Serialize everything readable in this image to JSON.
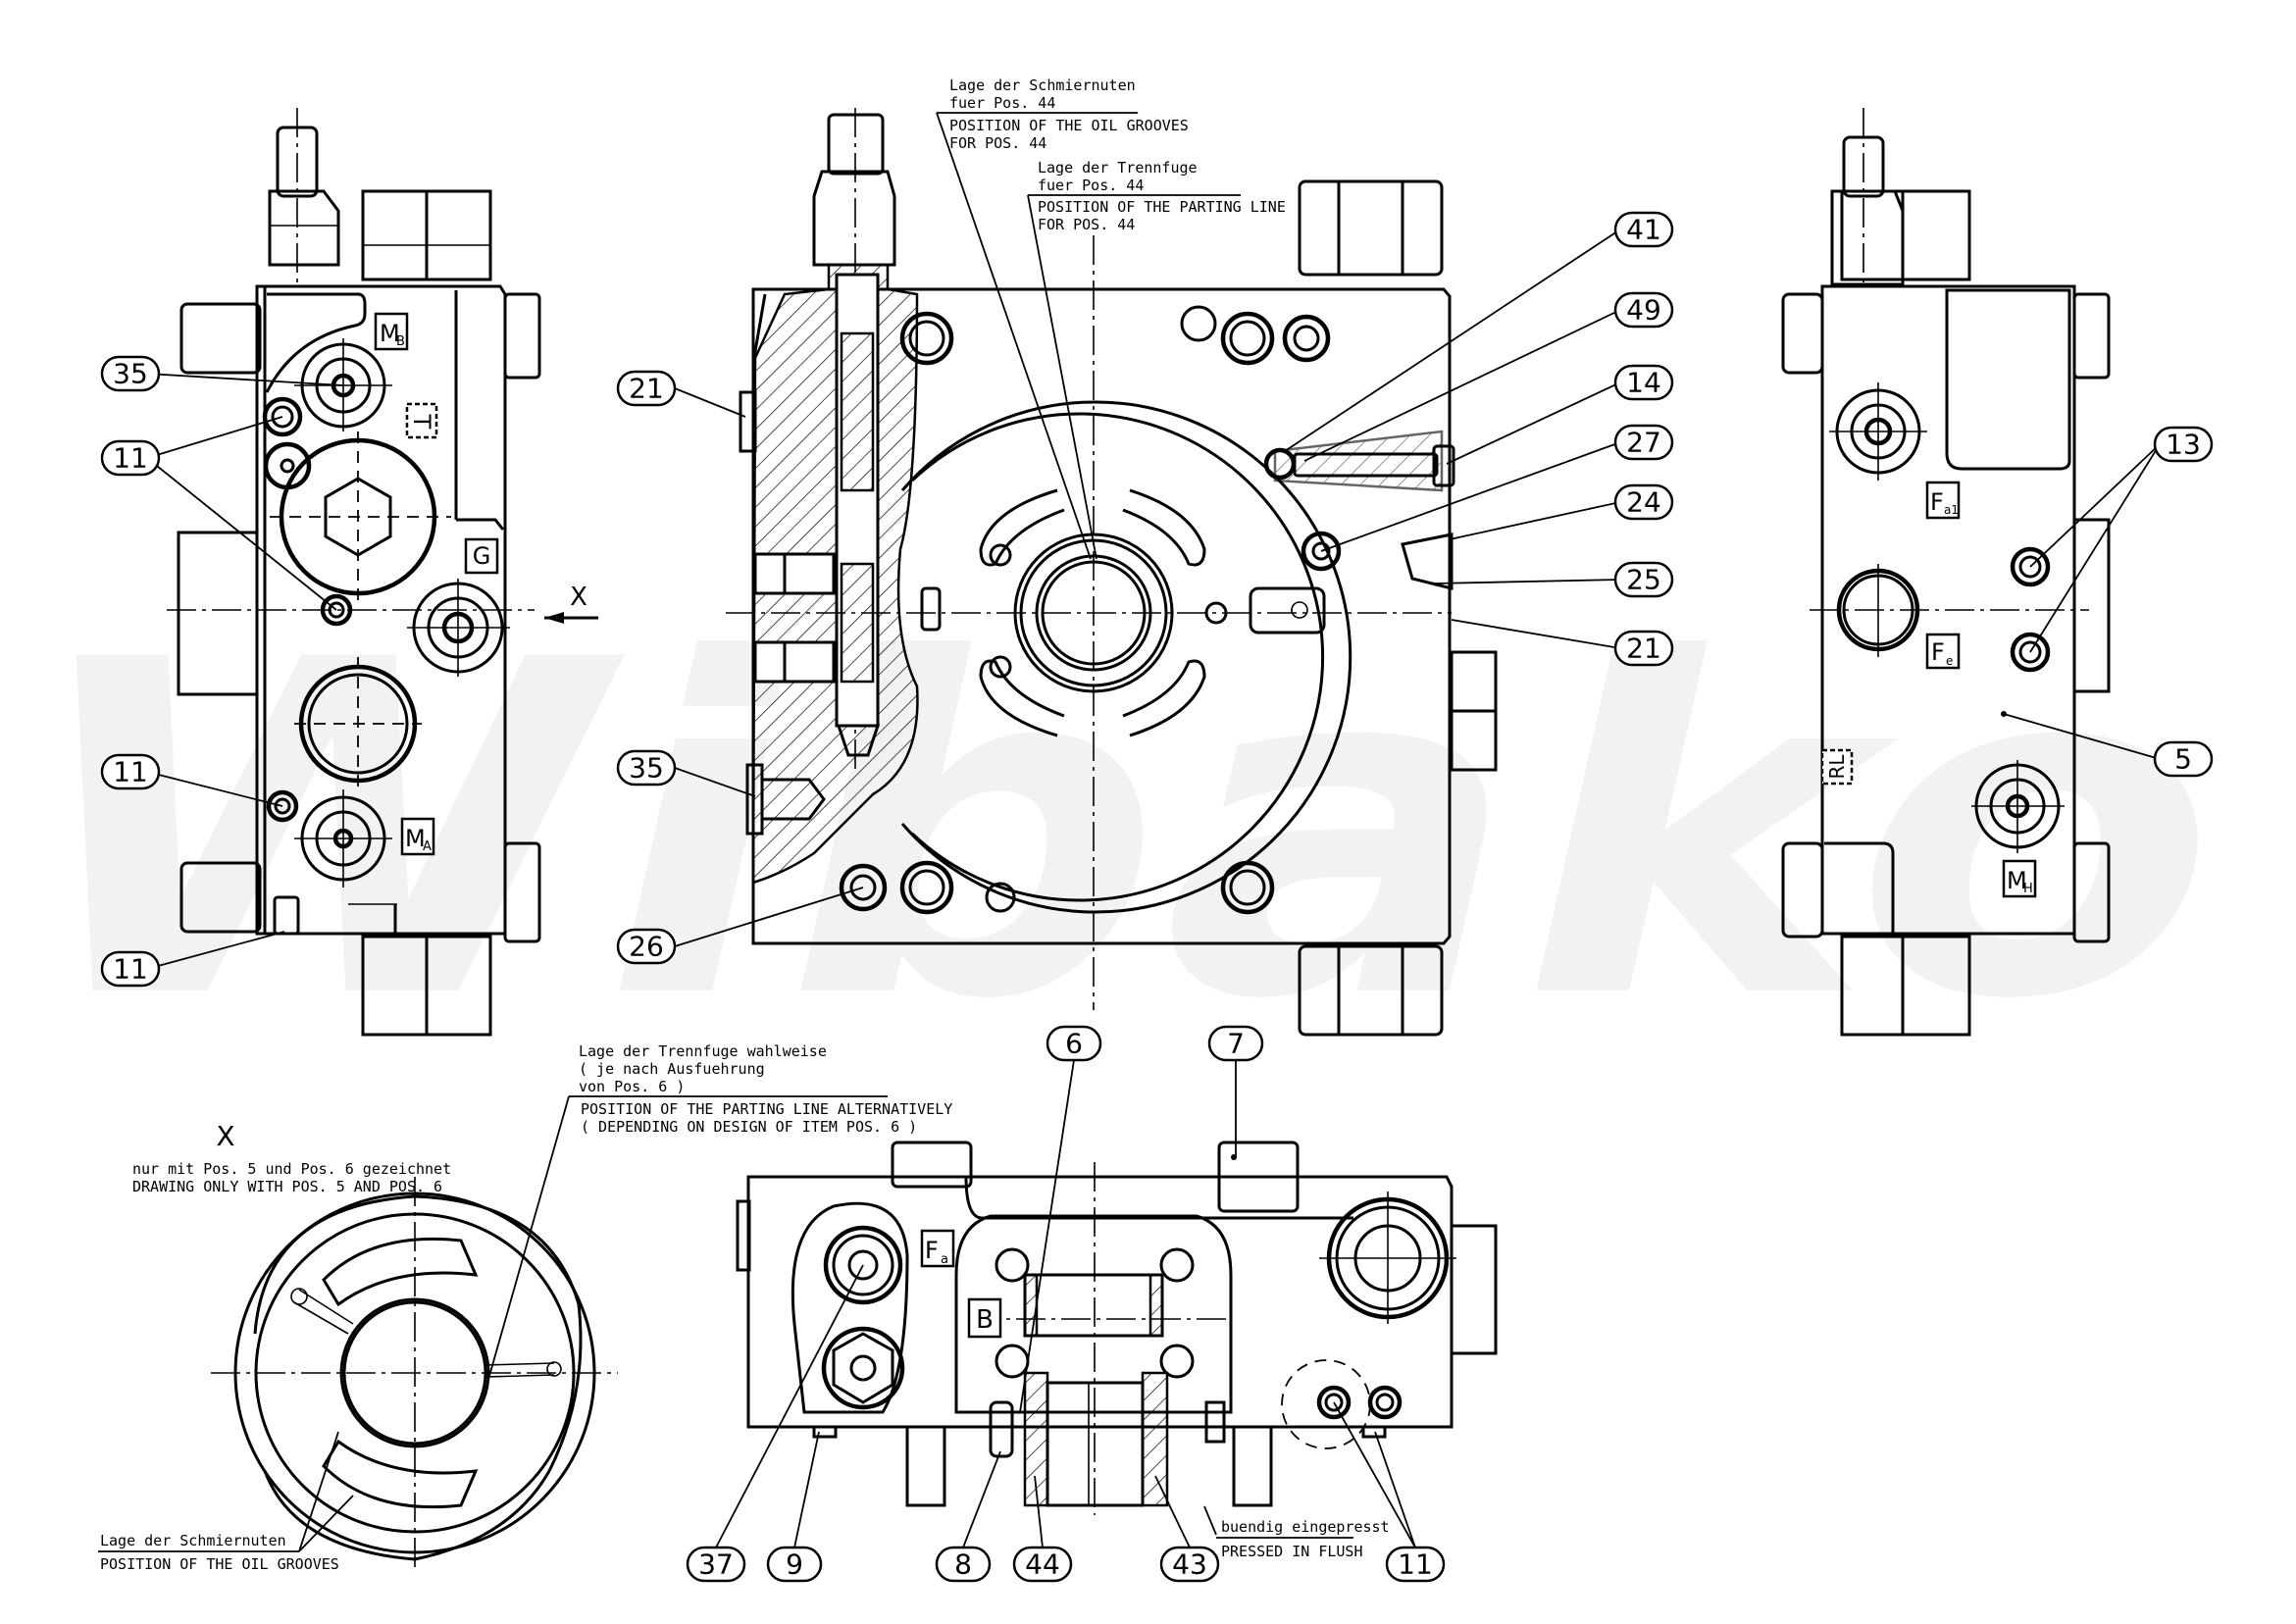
{
  "watermark": {
    "text": "Wibako",
    "color": "#f2f2f2"
  },
  "colors": {
    "line": "#000000",
    "background": "#ffffff"
  },
  "views": {
    "left_view": {
      "ports": {
        "mb": {
          "main": "M",
          "sub": "B"
        },
        "g": "G",
        "ma": {
          "main": "M",
          "sub": "A"
        },
        "t": "T"
      },
      "view_arrow_label": "X"
    },
    "center_view": {
      "note_oil_grooves": {
        "de_line1": "Lage der Schmiernuten",
        "de_line2": "fuer Pos. 44",
        "en_line1": "POSITION OF THE OIL GROOVES",
        "en_line2": "FOR POS. 44"
      },
      "note_parting_line": {
        "de_line1": "Lage der Trennfuge",
        "de_line2": "fuer Pos. 44",
        "en_line1": "POSITION OF THE PARTING LINE",
        "en_line2": "FOR POS. 44"
      }
    },
    "right_view": {
      "ports": {
        "fa1": {
          "main": "F",
          "sub": "a1"
        },
        "fe": {
          "main": "F",
          "sub": "e"
        },
        "rl": "RL",
        "mh": {
          "main": "M",
          "sub": "H"
        }
      }
    },
    "detail_x": {
      "title": "X",
      "note_de": "nur mit Pos. 5 und Pos. 6 gezeichnet",
      "note_en": "DRAWING ONLY WITH POS. 5 AND POS. 6",
      "oil_grooves": {
        "de": "Lage der Schmiernuten",
        "en": "POSITION OF THE OIL GROOVES"
      },
      "parting_line_alt": {
        "de_line1": "Lage der Trennfuge wahlweise",
        "de_line2": "( je nach Ausfuehrung",
        "de_line3": "von Pos. 6 )",
        "en_line1": "POSITION OF THE PARTING LINE ALTERNATIVELY",
        "en_line2": "( DEPENDING ON DESIGN OF ITEM POS. 6 )"
      }
    },
    "bottom_view": {
      "ports": {
        "fa": {
          "main": "F",
          "sub": "a"
        },
        "b": "B"
      },
      "pressed_note": {
        "de": "buendig eingepresst",
        "en": "PRESSED IN FLUSH"
      }
    }
  },
  "callouts": {
    "c35a": "35",
    "c11a": "11",
    "c11b": "11",
    "c11c": "11",
    "c21a": "21",
    "c35b": "35",
    "c26": "26",
    "c41": "41",
    "c49": "49",
    "c14": "14",
    "c27": "27",
    "c24": "24",
    "c25": "25",
    "c21b": "21",
    "c13": "13",
    "c5": "5",
    "c6": "6",
    "c7": "7",
    "c37": "37",
    "c9": "9",
    "c8": "8",
    "c44": "44",
    "c43": "43",
    "c11d": "11"
  }
}
